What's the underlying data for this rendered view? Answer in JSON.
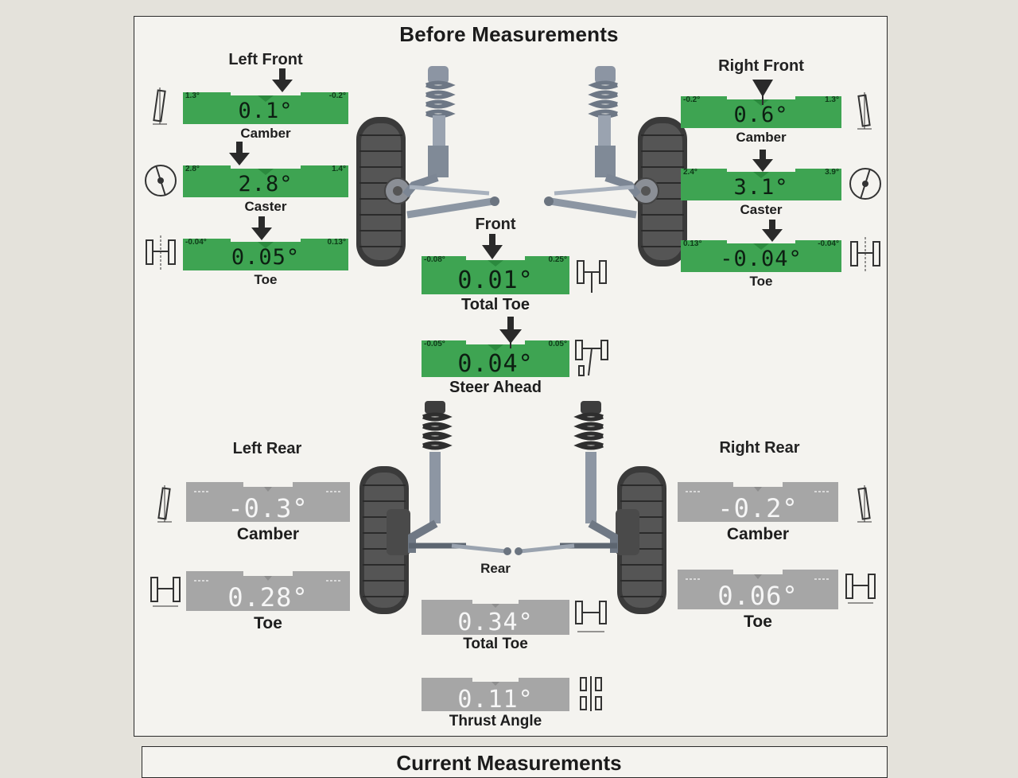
{
  "report": {
    "title": "Before Measurements",
    "next_title": "Current Measurements"
  },
  "front": {
    "label": "Front",
    "left": {
      "label": "Left Front",
      "camber": {
        "name": "Camber",
        "value": "0.1°",
        "min": "1.3°",
        "max": "-0.2°"
      },
      "caster": {
        "name": "Caster",
        "value": "2.8°",
        "min": "2.8°",
        "max": "1.4°"
      },
      "toe": {
        "name": "Toe",
        "value": "0.05°",
        "min": "-0.04°",
        "max": "0.13°"
      }
    },
    "right": {
      "label": "Right Front",
      "camber": {
        "name": "Camber",
        "value": "0.6°",
        "min": "-0.2°",
        "max": "1.3°"
      },
      "caster": {
        "name": "Caster",
        "value": "3.1°",
        "min": "2.4°",
        "max": "3.9°"
      },
      "toe": {
        "name": "Toe",
        "value": "-0.04°",
        "min": "0.13°",
        "max": "-0.04°"
      }
    },
    "total_toe": {
      "name": "Total Toe",
      "value": "0.01°",
      "min": "-0.08°",
      "max": "0.25°"
    },
    "steer_ahead": {
      "name": "Steer Ahead",
      "value": "0.04°",
      "min": "-0.05°",
      "max": "0.05°"
    }
  },
  "rear": {
    "label": "Rear",
    "left": {
      "label": "Left Rear",
      "camber": {
        "name": "Camber",
        "value": "-0.3°"
      },
      "toe": {
        "name": "Toe",
        "value": "0.28°"
      }
    },
    "right": {
      "label": "Right Rear",
      "camber": {
        "name": "Camber",
        "value": "-0.2°"
      },
      "toe": {
        "name": "Toe",
        "value": "0.06°"
      }
    },
    "total_toe": {
      "name": "Total Toe",
      "value": "0.34°"
    },
    "thrust_angle": {
      "name": "Thrust Angle",
      "value": "0.11°"
    }
  },
  "colors": {
    "in_spec": "#3ea452",
    "in_spec_dark": "#2b8a3e",
    "no_spec": "#a6a6a6",
    "no_spec_dark": "#8e8e8e",
    "marker": "#2a2a2a"
  },
  "icons": {
    "camber": "camber-icon",
    "caster": "caster-icon",
    "toe": "toe-icon",
    "total_toe": "total-toe-icon",
    "steer_ahead": "steer-ahead-icon",
    "thrust_angle": "thrust-angle-icon"
  }
}
